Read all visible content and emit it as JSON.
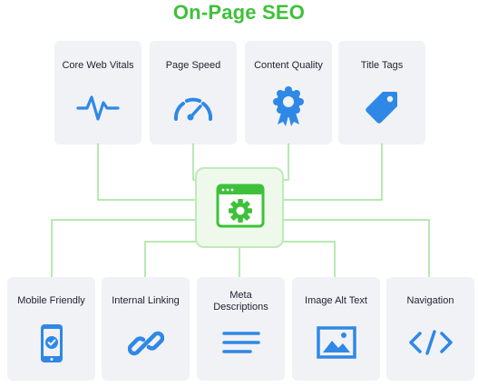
{
  "title": "On-Page SEO",
  "colors": {
    "green": "#3ec13a",
    "blue": "#2f88e6",
    "line": "#9fe29a",
    "card": "#f1f2f6"
  },
  "top_cards": [
    {
      "label": "Core Web Vitals",
      "icon": "pulse-icon"
    },
    {
      "label": "Page Speed",
      "icon": "speedometer-icon"
    },
    {
      "label": "Content Quality",
      "icon": "award-badge-icon"
    },
    {
      "label": "Title Tags",
      "icon": "tag-icon"
    }
  ],
  "hub": {
    "icon": "browser-gear-icon"
  },
  "bottom_cards": [
    {
      "label": "Mobile Friendly",
      "icon": "mobile-check-icon"
    },
    {
      "label": "Internal Linking",
      "icon": "link-icon"
    },
    {
      "label_line1": "Meta",
      "label_line2": "Descriptions",
      "icon": "text-lines-icon"
    },
    {
      "label": "Image Alt Text",
      "icon": "image-icon"
    },
    {
      "label": "Navigation",
      "icon": "code-icon"
    }
  ]
}
